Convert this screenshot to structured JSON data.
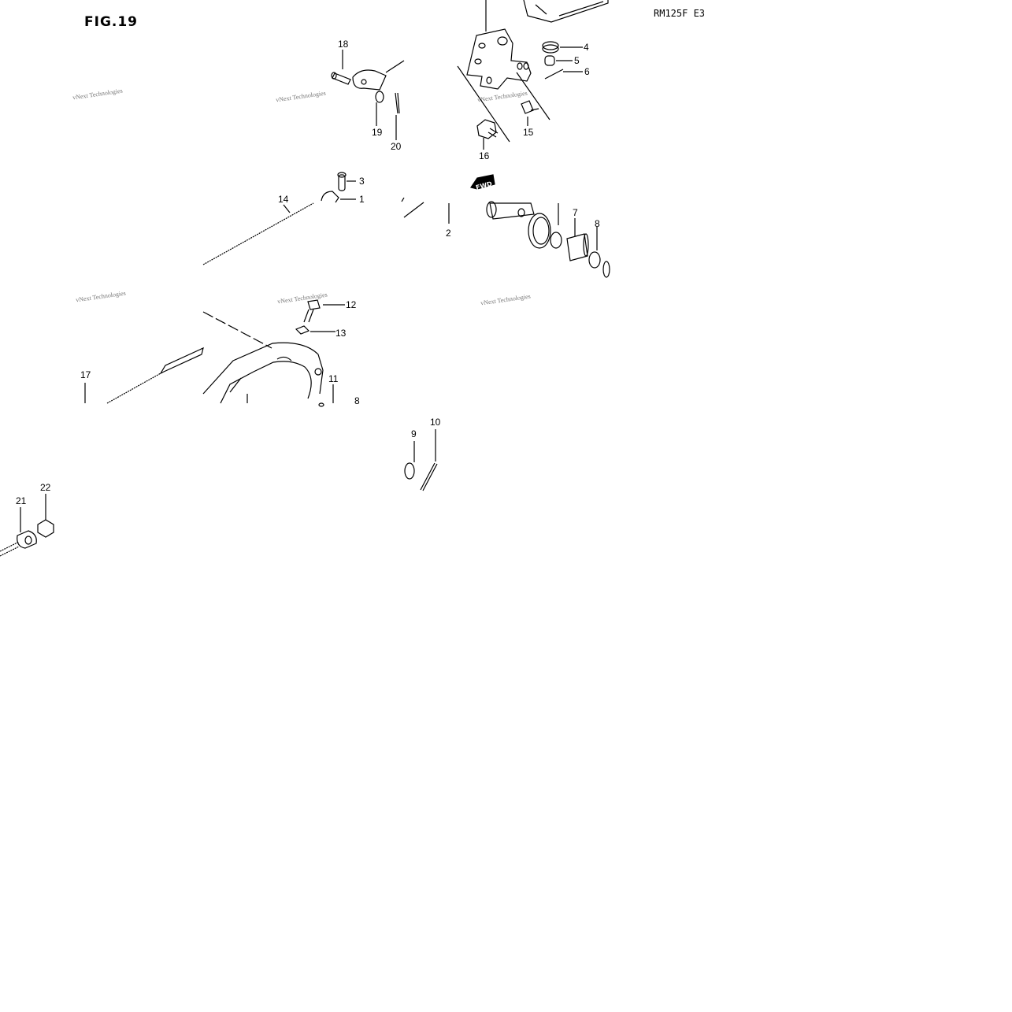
{
  "figure": {
    "title": "FIG.19",
    "model_code": "RM125F E3"
  },
  "watermark": "vNext Technologies",
  "arrow_label": "FWD",
  "callouts": [
    "18",
    "19",
    "20",
    "4",
    "5",
    "6",
    "15",
    "16",
    "3",
    "1",
    "14",
    "2",
    "7",
    "8",
    "12",
    "13",
    "11",
    "17",
    "9",
    "10",
    "21",
    "22"
  ]
}
